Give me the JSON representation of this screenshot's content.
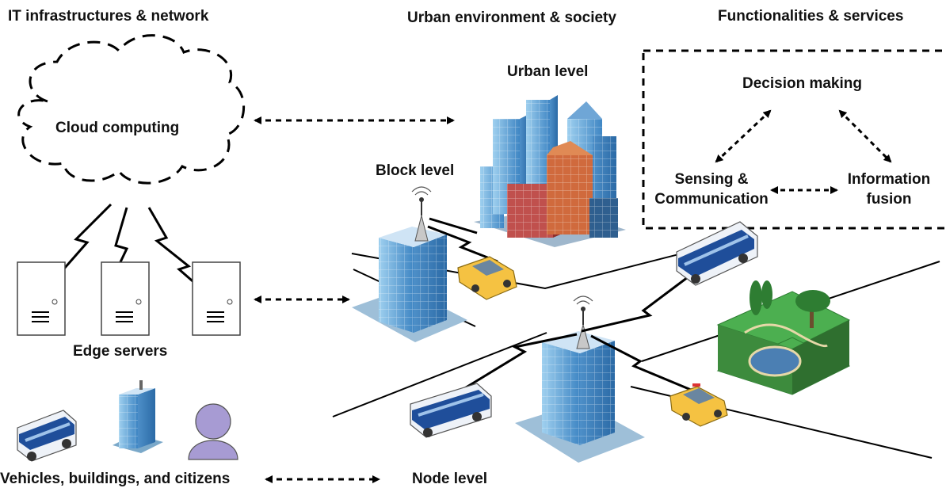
{
  "headers": {
    "left": "IT infrastructures & network",
    "middle": "Urban environment & society",
    "right": "Functionalities & services"
  },
  "left_column": {
    "cloud": "Cloud computing",
    "edge_servers": "Edge servers",
    "endpoints": "Vehicles, buildings, and citizens"
  },
  "levels": {
    "urban": "Urban level",
    "block": "Block level",
    "node": "Node level"
  },
  "functions": {
    "decision": "Decision making",
    "sensing_line1": "Sensing &",
    "sensing_line2": "Communication",
    "fusion_line1": "Information",
    "fusion_line2": "fusion"
  },
  "icons": [
    "cloud-icon",
    "server-icon",
    "bus-icon",
    "building-icon",
    "person-icon",
    "city-icon",
    "taxi-icon",
    "park-icon",
    "antenna-icon",
    "lightning-link-icon",
    "double-arrow-icon"
  ],
  "colors": {
    "building": "#5b9bd5",
    "city_red": "#c0504d",
    "bus_blue": "#1f4e9a",
    "taxi": "#f5c242",
    "park": "#3d8b3d",
    "lake": "#4b7fb3",
    "person": "#a79bd3"
  }
}
